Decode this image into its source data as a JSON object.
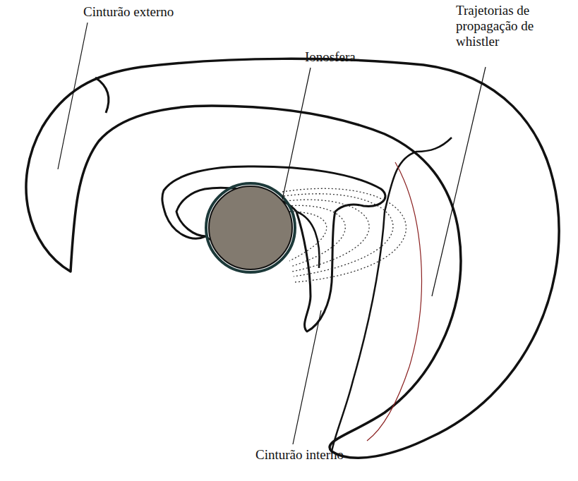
{
  "diagram": {
    "labels": [
      "Cinturão externo",
      "Ionosfera",
      "Trajetorias de propagação de whistler",
      "Cinturão interno"
    ]
  }
}
